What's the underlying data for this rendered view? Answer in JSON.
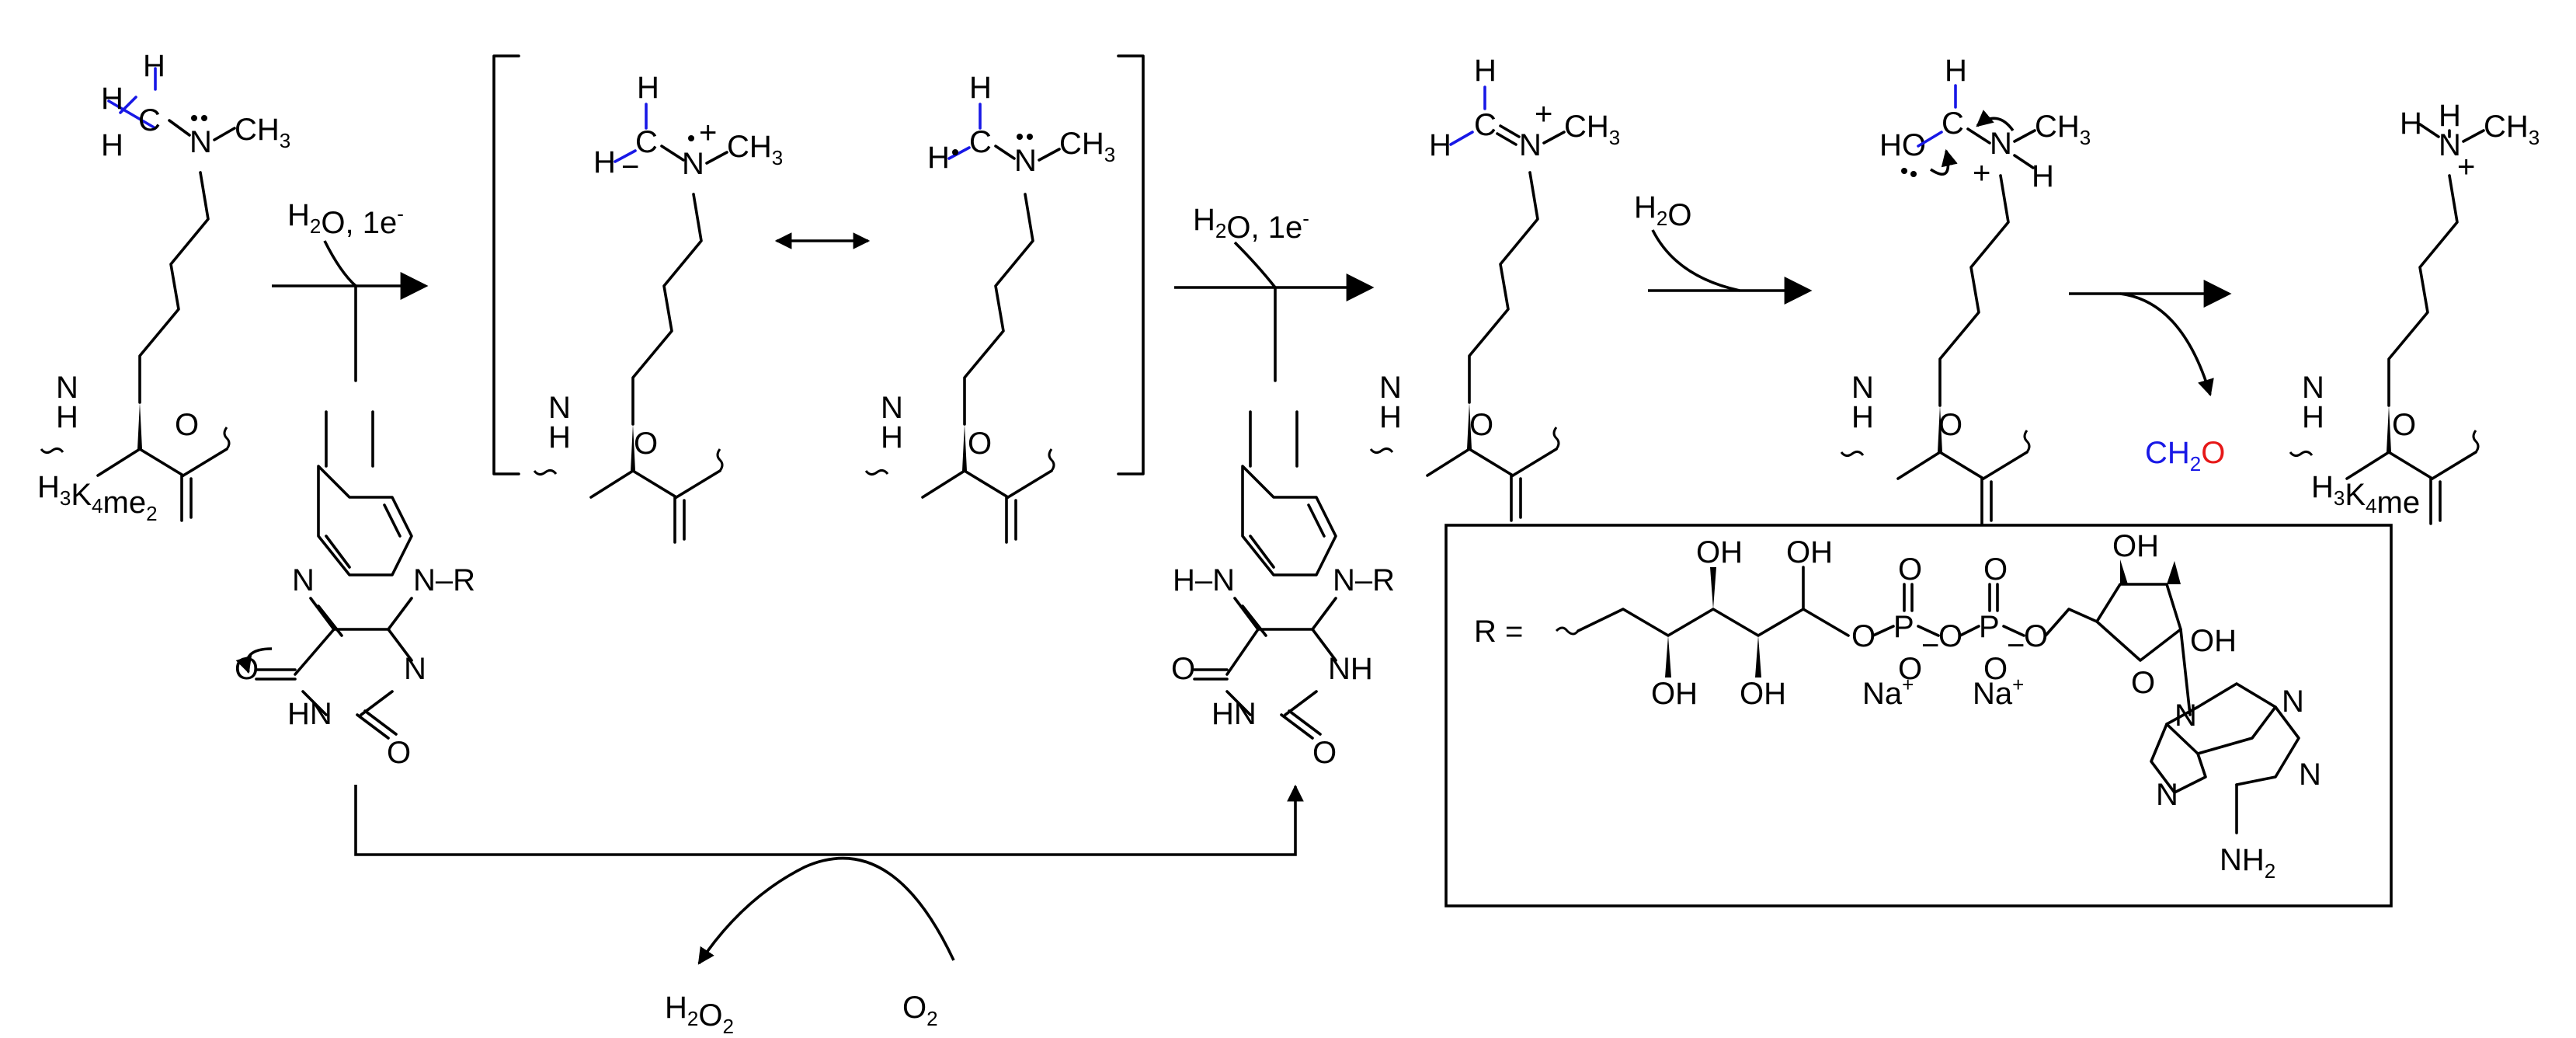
{
  "colors": {
    "black": "#000000",
    "blue": "#1818e6",
    "red": "#e61818"
  },
  "labels": {
    "H3K4me2": "H3K4me2",
    "H3K4me": "H3K4me",
    "reagent_1": "H2O, 1e-",
    "reagent_2": "H2O, 1e-",
    "water": "H2O",
    "formaldehyde": "CH2O",
    "oxygen": "O2",
    "peroxide": "H2O2",
    "R_equals": "R =",
    "Na_plus_1": "Na+",
    "Na_plus_2": "Na+"
  },
  "atoms": {
    "H": "H",
    "N": "N",
    "NH": "NH",
    "HN": "HN",
    "O": "O",
    "OH": "OH",
    "HO": "HO",
    "CH3": "CH3",
    "C": "C",
    "R": "R",
    "H_N": "H–N",
    "N_R": "N–R",
    "NH2": "NH2",
    "P": "P"
  },
  "charges": {
    "plus": "+",
    "minus": "−"
  }
}
